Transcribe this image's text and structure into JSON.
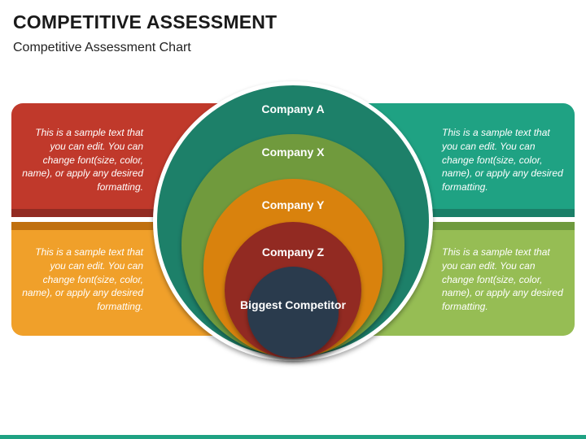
{
  "header": {
    "title": "COMPETITIVE ASSESSMENT",
    "subtitle": "Competitive Assessment Chart"
  },
  "panels": {
    "top_left": {
      "text": "This is a sample text that you can edit. You can change font(size, color, name), or apply any desired formatting.",
      "color": "#c0392b"
    },
    "top_right": {
      "text": "This is a sample text that you can edit. You can change font(size, color, name), or apply any desired formatting.",
      "color": "#1fa283"
    },
    "bottom_left": {
      "text": "This is a sample text that you can edit. You can change font(size, color, name), or apply any desired formatting.",
      "color": "#f0a02a"
    },
    "bottom_right": {
      "text": "This is a sample text that you can edit. You can change font(size, color, name), or apply any desired formatting.",
      "color": "#96bd54"
    }
  },
  "circles": [
    {
      "label": "Company A",
      "color": "#1d8069"
    },
    {
      "label": "Company X",
      "color": "#6f9a3e"
    },
    {
      "label": "Company Y",
      "color": "#d9820f"
    },
    {
      "label": "Company Z",
      "color": "#922b22"
    },
    {
      "label": "Biggest Competitor",
      "color": "#2a3a4d"
    }
  ],
  "colors": {
    "footer": "#1fa283"
  }
}
